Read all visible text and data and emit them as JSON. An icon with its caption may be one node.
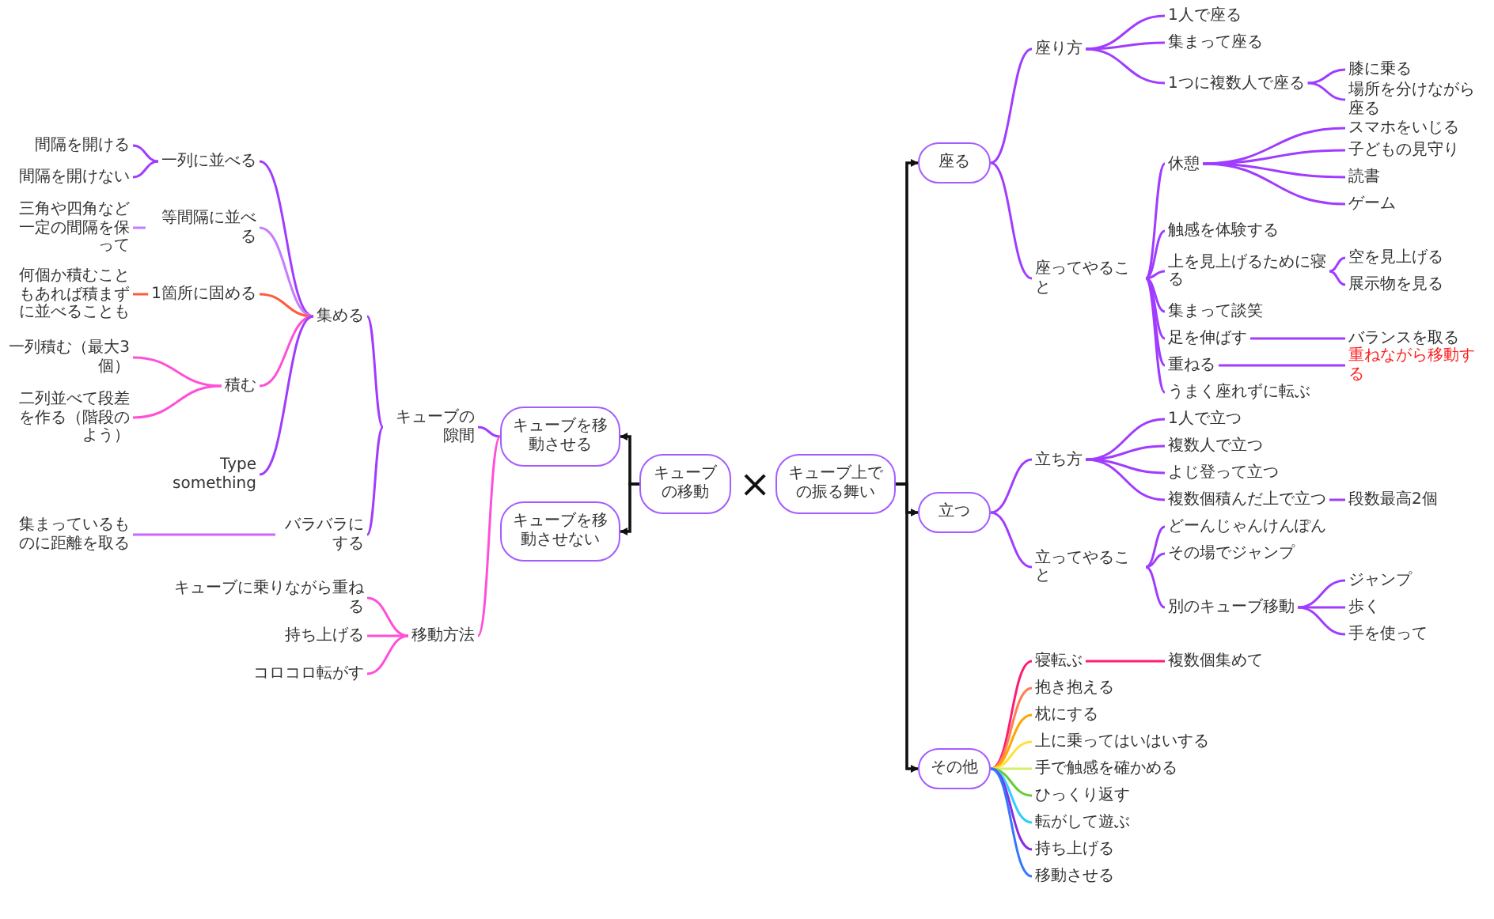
{
  "diagram": {
    "nodes": [
      {
        "text": [
          "キューブの移動"
        ]
      },
      {
        "text": [
          "キューブを移動させる"
        ]
      },
      {
        "text": [
          "キューブを移動させない"
        ]
      },
      {
        "text": [
          "キューブの隙間"
        ]
      },
      {
        "text": [
          "移動方法"
        ]
      },
      {
        "text": [
          "集める"
        ]
      },
      {
        "text": [
          "バラバラにする"
        ]
      },
      {
        "text": [
          "一列に並べる"
        ]
      },
      {
        "text": [
          "等間隔に並べる"
        ]
      },
      {
        "text": [
          "1箇所に固める"
        ]
      },
      {
        "text": [
          "積む"
        ]
      },
      {
        "text": [
          "Type something"
        ]
      },
      {
        "text": [
          "間隔を開ける"
        ]
      },
      {
        "text": [
          "間隔を開けない"
        ]
      },
      {
        "text": [
          "三角や四角など一定の間隔を保って"
        ]
      },
      {
        "text": [
          "何個か積むこともあれば積まずに並べることも"
        ]
      },
      {
        "text": [
          "一列積む（最大3個）"
        ]
      },
      {
        "text": [
          "二列並べて段差を作る（階段のよう）"
        ]
      },
      {
        "text": [
          "集まっているものに距離を取る"
        ]
      },
      {
        "text": [
          "キューブに乗りながら重ねる"
        ]
      },
      {
        "text": [
          "持ち上げる"
        ]
      },
      {
        "text": [
          "コロコロ転がす"
        ]
      },
      {
        "text": [
          "キューブ上での振る舞い"
        ]
      },
      {
        "text": [
          "座る"
        ]
      },
      {
        "text": [
          "立つ"
        ]
      },
      {
        "text": [
          "その他"
        ]
      },
      {
        "text": [
          "座り方"
        ]
      },
      {
        "text": [
          "座ってやること"
        ]
      },
      {
        "text": [
          "1人で座る"
        ]
      },
      {
        "text": [
          "集まって座る"
        ]
      },
      {
        "text": [
          "1つに複数人で座る"
        ]
      },
      {
        "text": [
          "膝に乗る"
        ]
      },
      {
        "text": [
          "場所を分けながら座る"
        ]
      },
      {
        "text": [
          "休憩"
        ]
      },
      {
        "text": [
          "スマホをいじる"
        ]
      },
      {
        "text": [
          "子どもの見守り"
        ]
      },
      {
        "text": [
          "読書"
        ]
      },
      {
        "text": [
          "ゲーム"
        ]
      },
      {
        "text": [
          "触感を体験する"
        ]
      },
      {
        "text": [
          "上を見上げるために寝る"
        ]
      },
      {
        "text": [
          "空を見上げる"
        ]
      },
      {
        "text": [
          "展示物を見る"
        ]
      },
      {
        "text": [
          "集まって談笑"
        ]
      },
      {
        "text": [
          "足を伸ばす"
        ]
      },
      {
        "text": [
          "バランスを取る"
        ]
      },
      {
        "text": [
          "重ねる"
        ]
      },
      {
        "text": [
          "重ねながら移動する"
        ]
      },
      {
        "text": [
          "うまく座れずに転ぶ"
        ]
      },
      {
        "text": [
          "立ち方"
        ]
      },
      {
        "text": [
          "立ってやること"
        ]
      },
      {
        "text": [
          "1人で立つ"
        ]
      },
      {
        "text": [
          "複数人で立つ"
        ]
      },
      {
        "text": [
          "よじ登って立つ"
        ]
      },
      {
        "text": [
          "複数個積んだ上で立つ"
        ]
      },
      {
        "text": [
          "段数最高2個"
        ]
      },
      {
        "text": [
          "どーんじゃんけんぽん"
        ]
      },
      {
        "text": [
          "その場でジャンプ"
        ]
      },
      {
        "text": [
          "別のキューブ移動"
        ]
      },
      {
        "text": [
          "ジャンプ"
        ]
      },
      {
        "text": [
          "歩く"
        ]
      },
      {
        "text": [
          "手を使って"
        ]
      },
      {
        "text": [
          "寝転ぶ"
        ]
      },
      {
        "text": [
          "複数個集めて"
        ]
      },
      {
        "text": [
          "抱き抱える"
        ]
      },
      {
        "text": [
          "枕にする"
        ]
      },
      {
        "text": [
          "上に乗ってはいはいする"
        ]
      },
      {
        "text": [
          "手で触感を確かめる"
        ]
      },
      {
        "text": [
          "ひっくり返す"
        ]
      },
      {
        "text": [
          "転がして遊ぶ"
        ]
      },
      {
        "text": [
          "持ち上げる"
        ]
      },
      {
        "text": [
          "移動させる"
        ]
      }
    ],
    "edges": [
      {
        "from": 0,
        "to": 1,
        "arrow": "to",
        "color": "#111111"
      },
      {
        "from": 0,
        "to": 2,
        "arrow": "to",
        "color": "#111111"
      },
      {
        "from": 1,
        "to": 3,
        "arrow": "none"
      },
      {
        "from": 1,
        "to": 4,
        "arrow": "none",
        "color": "#ff4fd8"
      },
      {
        "from": 3,
        "to": 5,
        "arrow": "none"
      },
      {
        "from": 3,
        "to": 6,
        "arrow": "none"
      },
      {
        "from": 4,
        "to": 19,
        "arrow": "none",
        "color": "#ff4fd8"
      },
      {
        "from": 4,
        "to": 20,
        "arrow": "none",
        "color": "#ff4fd8"
      },
      {
        "from": 4,
        "to": 21,
        "arrow": "none",
        "color": "#ff4fd8"
      },
      {
        "from": 5,
        "to": 7,
        "arrow": "none"
      },
      {
        "from": 5,
        "to": 8,
        "arrow": "none",
        "color": "#c77dff"
      },
      {
        "from": 5,
        "to": 9,
        "arrow": "none",
        "color": "#ff5a3c"
      },
      {
        "from": 5,
        "to": 10,
        "arrow": "none",
        "color": "#ff4fd8"
      },
      {
        "from": 5,
        "to": 11,
        "arrow": "none"
      },
      {
        "from": 6,
        "to": 18,
        "arrow": "none",
        "color": "#cc66ff"
      },
      {
        "from": 7,
        "to": 12,
        "arrow": "none"
      },
      {
        "from": 7,
        "to": 13,
        "arrow": "none"
      },
      {
        "from": 8,
        "to": 14,
        "arrow": "none",
        "color": "#c77dff"
      },
      {
        "from": 9,
        "to": 15,
        "arrow": "none",
        "color": "#ff5a3c"
      },
      {
        "from": 10,
        "to": 16,
        "arrow": "none",
        "color": "#ff4fd8"
      },
      {
        "from": 10,
        "to": 17,
        "arrow": "none",
        "color": "#ff4fd8"
      },
      {
        "from": 22,
        "to": 23,
        "arrow": "to",
        "color": "#111111"
      },
      {
        "from": 22,
        "to": 24,
        "arrow": "to",
        "color": "#111111"
      },
      {
        "from": 22,
        "to": 25,
        "arrow": "to",
        "color": "#111111"
      },
      {
        "from": 23,
        "to": 26,
        "arrow": "none"
      },
      {
        "from": 23,
        "to": 27,
        "arrow": "none"
      },
      {
        "from": 26,
        "to": 28,
        "arrow": "none"
      },
      {
        "from": 26,
        "to": 29,
        "arrow": "none"
      },
      {
        "from": 26,
        "to": 30,
        "arrow": "none"
      },
      {
        "from": 30,
        "to": 31,
        "arrow": "none"
      },
      {
        "from": 30,
        "to": 32,
        "arrow": "none"
      },
      {
        "from": 27,
        "to": 33,
        "arrow": "none"
      },
      {
        "from": 27,
        "to": 38,
        "arrow": "none"
      },
      {
        "from": 27,
        "to": 39,
        "arrow": "none"
      },
      {
        "from": 27,
        "to": 42,
        "arrow": "none"
      },
      {
        "from": 27,
        "to": 43,
        "arrow": "none"
      },
      {
        "from": 27,
        "to": 45,
        "arrow": "none"
      },
      {
        "from": 27,
        "to": 47,
        "arrow": "none"
      },
      {
        "from": 33,
        "to": 34,
        "arrow": "none"
      },
      {
        "from": 33,
        "to": 35,
        "arrow": "none"
      },
      {
        "from": 33,
        "to": 36,
        "arrow": "none"
      },
      {
        "from": 33,
        "to": 37,
        "arrow": "none"
      },
      {
        "from": 39,
        "to": 40,
        "arrow": "none"
      },
      {
        "from": 39,
        "to": 41,
        "arrow": "none"
      },
      {
        "from": 43,
        "to": 44,
        "arrow": "none"
      },
      {
        "from": 45,
        "to": 46,
        "arrow": "none"
      },
      {
        "from": 24,
        "to": 48,
        "arrow": "none"
      },
      {
        "from": 24,
        "to": 49,
        "arrow": "none"
      },
      {
        "from": 48,
        "to": 50,
        "arrow": "none"
      },
      {
        "from": 48,
        "to": 51,
        "arrow": "none"
      },
      {
        "from": 48,
        "to": 52,
        "arrow": "none"
      },
      {
        "from": 48,
        "to": 53,
        "arrow": "none"
      },
      {
        "from": 53,
        "to": 54,
        "arrow": "none"
      },
      {
        "from": 49,
        "to": 55,
        "arrow": "none"
      },
      {
        "from": 49,
        "to": 56,
        "arrow": "none"
      },
      {
        "from": 49,
        "to": 57,
        "arrow": "none"
      },
      {
        "from": 57,
        "to": 58,
        "arrow": "none"
      },
      {
        "from": 57,
        "to": 59,
        "arrow": "none"
      },
      {
        "from": 57,
        "to": 60,
        "arrow": "none"
      },
      {
        "from": 25,
        "to": 61,
        "arrow": "none",
        "color": "#ff1a75"
      },
      {
        "from": 61,
        "to": 62,
        "arrow": "none",
        "color": "#ff1a75"
      },
      {
        "from": 25,
        "to": 63,
        "arrow": "none",
        "color": "#ff7f50"
      },
      {
        "from": 25,
        "to": 64,
        "arrow": "none",
        "color": "#ffa500"
      },
      {
        "from": 25,
        "to": 65,
        "arrow": "none",
        "color": "#ffe135"
      },
      {
        "from": 25,
        "to": 66,
        "arrow": "none",
        "color": "#d4f06a"
      },
      {
        "from": 25,
        "to": 67,
        "arrow": "none",
        "color": "#66cc33"
      },
      {
        "from": 25,
        "to": 68,
        "arrow": "none",
        "color": "#33ccff"
      },
      {
        "from": 25,
        "to": 69,
        "arrow": "none",
        "color": "#8a2be2"
      },
      {
        "from": 25,
        "to": 70,
        "arrow": "none",
        "color": "#3377ff"
      }
    ],
    "labels": [
      "×"
    ]
  }
}
